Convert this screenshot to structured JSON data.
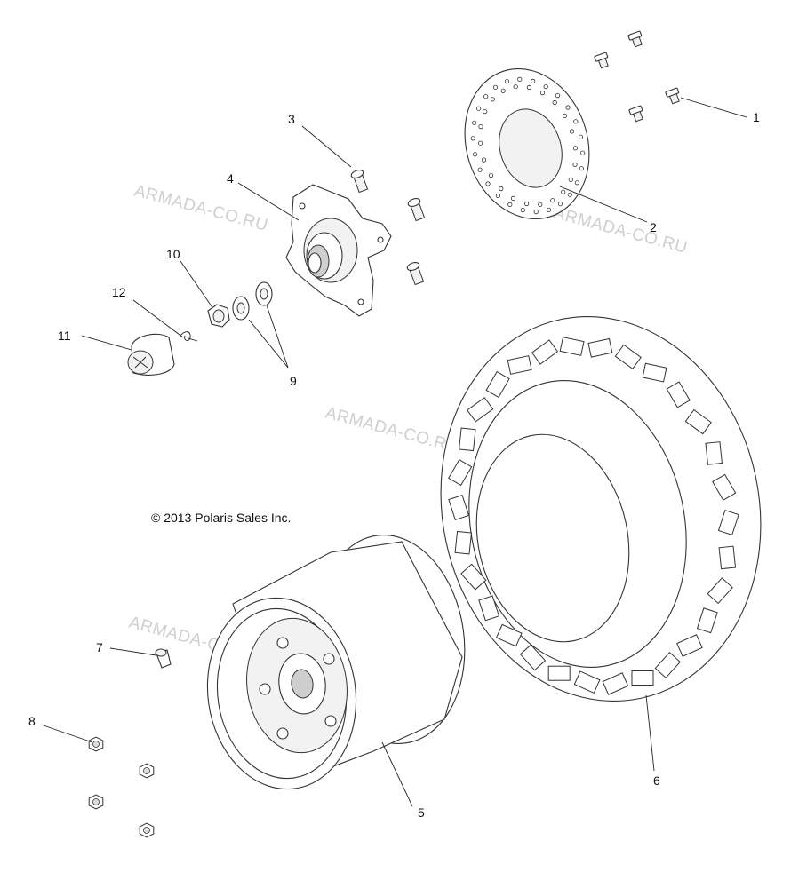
{
  "copyright": "© 2013 Polaris Sales Inc.",
  "watermark": "ARMADA-CO.RU",
  "callouts": {
    "c1": "1",
    "c2": "2",
    "c3": "3",
    "c4": "4",
    "c5": "5",
    "c6": "6",
    "c7": "7",
    "c8": "8",
    "c9": "9",
    "c10": "10",
    "c11": "11",
    "c12": "12"
  }
}
